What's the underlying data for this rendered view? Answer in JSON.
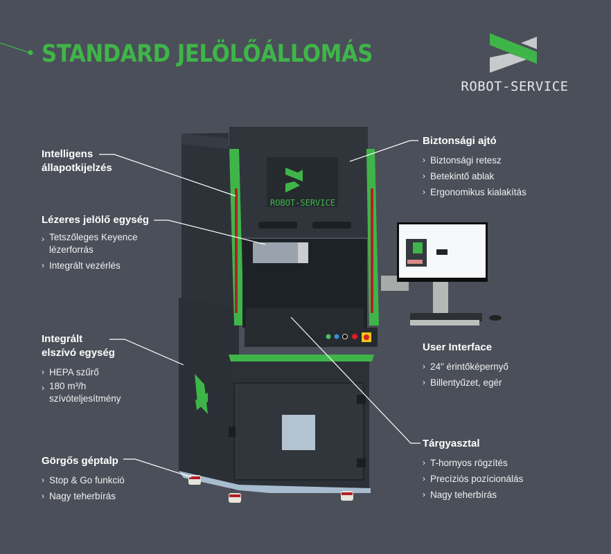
{
  "header": {
    "title": "STANDARD JELÖLŐÁLLOMÁS",
    "accent_color": "#3fb549",
    "background_color": "#4b4f59"
  },
  "logo": {
    "text": "ROBOT-SERVICE",
    "icon": "robot-service-logo-icon",
    "colors": {
      "green": "#3fb549",
      "grey": "#c8c9cb"
    }
  },
  "machine": {
    "panel_logo_text": "ROBOT-SERVICE",
    "control_buttons": [
      "green",
      "blue",
      "black",
      "red-emergency-stop",
      "main-switch"
    ]
  },
  "callouts": [
    {
      "id": "intelligent-status",
      "title": "Intelligens\nállapotkijelzés",
      "items": []
    },
    {
      "id": "laser-marking-unit",
      "title": "Lézeres jelölő egység",
      "items": [
        "Tetszőleges Keyence\nlézerforrás",
        "Integrált vezérlés"
      ]
    },
    {
      "id": "integrated-extraction",
      "title": "Integrált\nelszívó egység",
      "items": [
        "HEPA szűrő",
        "180 m³/h\nszívóteljesítmény"
      ]
    },
    {
      "id": "caster-base",
      "title": "Görgős géptalp",
      "items": [
        "Stop & Go funkció",
        "Nagy teherbírás"
      ]
    },
    {
      "id": "safety-door",
      "title": "Biztonsági ajtó",
      "items": [
        "Biztonsági retesz",
        "Betekintő ablak",
        "Ergonomikus kialakítás"
      ]
    },
    {
      "id": "user-interface",
      "title": "User Interface",
      "items": [
        "24\" érintőképernyő",
        "Billentyűzet, egér"
      ]
    },
    {
      "id": "work-table",
      "title": "Tárgyasztal",
      "items": [
        "T-hornyos rögzítés",
        "Precíziós pozícionálás",
        "Nagy teherbírás"
      ]
    }
  ]
}
